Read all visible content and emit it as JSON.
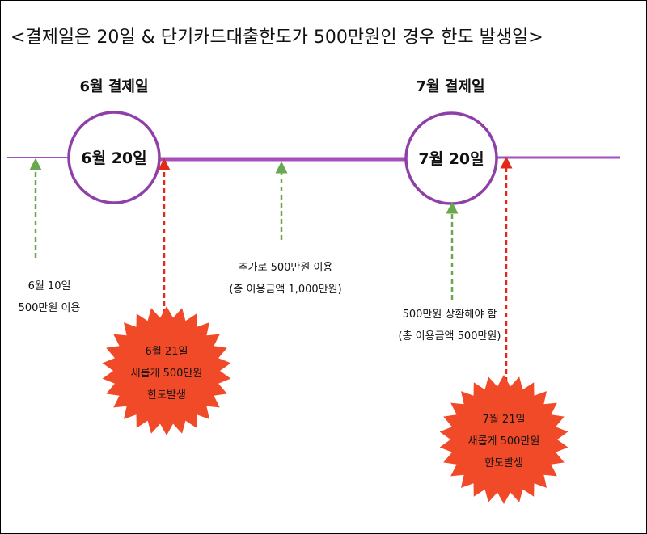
{
  "title": "<결제일은 20일 & 단기카드대출한도가 500만원인 경우 한도 발생일>",
  "headings": {
    "june": "6월 결제일",
    "july": "7월 결제일"
  },
  "circles": {
    "june": "6월 20일",
    "july": "7월 20일"
  },
  "labels": {
    "jun10": [
      "6월 10일",
      "500만원 이용"
    ],
    "extra": [
      "추가로 500만원 이용",
      "(총 이용금액 1,000만원)"
    ],
    "repay": [
      "500만원 상환해야 함",
      "(총 이용금액 500만원)"
    ]
  },
  "bursts": {
    "jun21": [
      "6월 21일",
      "새롭게 500만원",
      "한도발생"
    ],
    "jul21": [
      "7월 21일",
      "새롭게 500만원",
      "한도발생"
    ]
  },
  "colors": {
    "timeline": "#a64fbd",
    "circle": "#8e3fa8",
    "green_arrow": "#6aa84f",
    "red_arrow": "#e02a1a",
    "burst": "#f04a28"
  }
}
